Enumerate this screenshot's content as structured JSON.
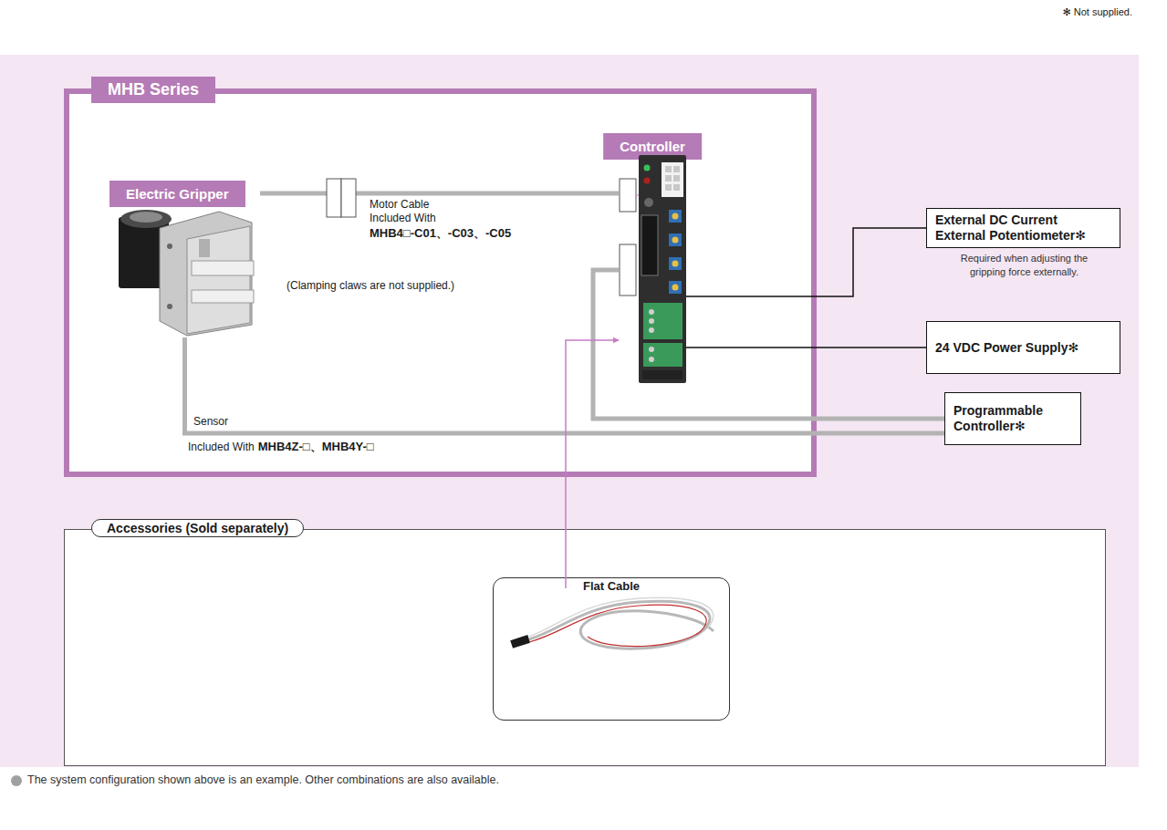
{
  "diagram": {
    "nodes": [
      {
        "text": [
          "MHB Series"
        ]
      },
      {
        "text": [
          "Electric Gripper"
        ],
        "in": 0
      },
      {
        "text": [
          "Controller"
        ],
        "in": 0
      },
      {
        "text": [
          "External DC Current External Potentiometer✻"
        ]
      },
      {
        "text": [
          "24 VDC Power Supply✻"
        ]
      },
      {
        "text": [
          "Programmable Controller✻"
        ]
      },
      {
        "text": [
          "Accessories (Sold separately)"
        ]
      },
      {
        "text": [
          "Flat Cable"
        ],
        "in": 6
      }
    ],
    "edges": [
      {
        "from": 1,
        "to": 2,
        "label": "Motor Cable",
        "arrow": "none"
      },
      {
        "from": 2,
        "to": 3,
        "arrow": "none"
      },
      {
        "from": 2,
        "to": 4,
        "arrow": "none"
      },
      {
        "from": 2,
        "to": 5,
        "arrow": "none"
      },
      {
        "from": 1,
        "to": 5,
        "label": "Sensor",
        "arrow": "none"
      },
      {
        "from": 7,
        "to": 2,
        "arrow": "to"
      }
    ],
    "labels": [
      "✻ Not supplied.",
      "Included With",
      "MHB4□-C01、-C03、-C05",
      "(Clamping claws are not supplied.)",
      "Required when adjusting the gripping force externally.",
      "Included With",
      "MHB4Z-□、MHB4Y-□",
      "The system configuration shown above is an example. Other combinations are also available."
    ]
  }
}
